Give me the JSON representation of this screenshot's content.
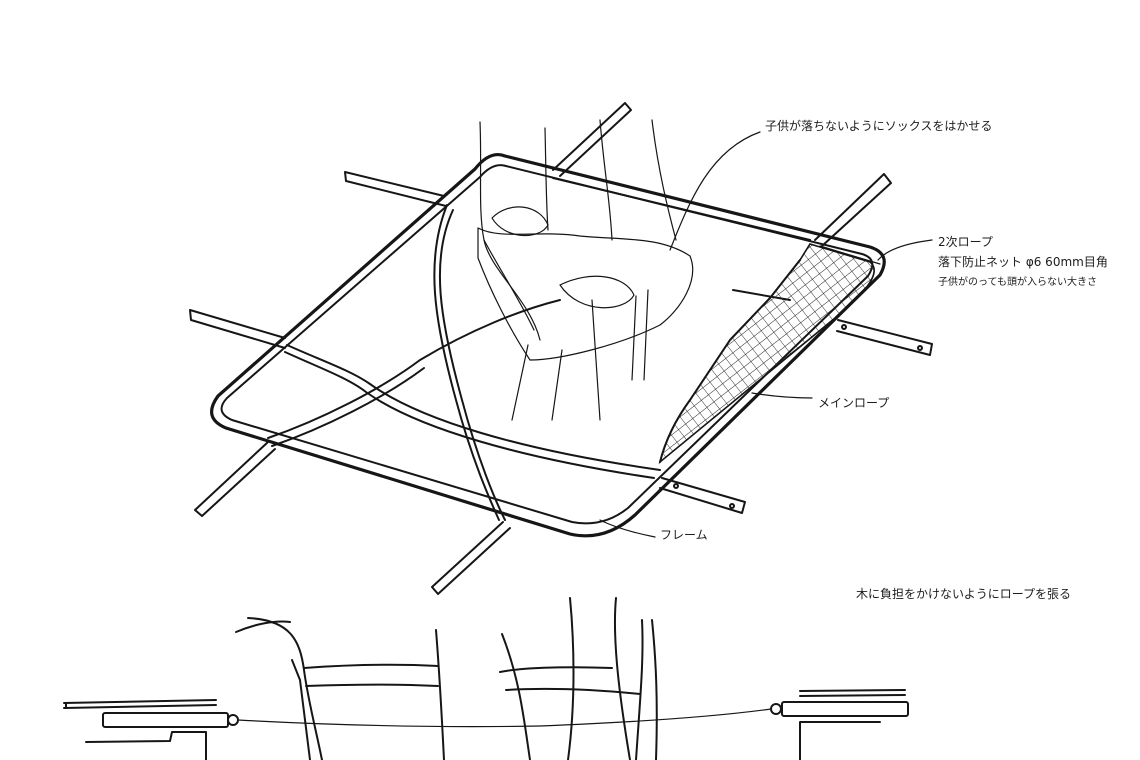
{
  "annotations": {
    "socks": "子供が落ちないようにソックスをはかせる",
    "secondary_rope": "2次ロープ",
    "fall_net": "落下防止ネット φ6 60mm目角",
    "child_note": "子供がのっても頭が入らない大きさ",
    "main_rope": "メインロープ",
    "frame": "フレーム",
    "tree_note": "木に負担をかけないようにロープを張る"
  },
  "colors": {
    "ink": "#161616",
    "paper": "#ffffff"
  }
}
